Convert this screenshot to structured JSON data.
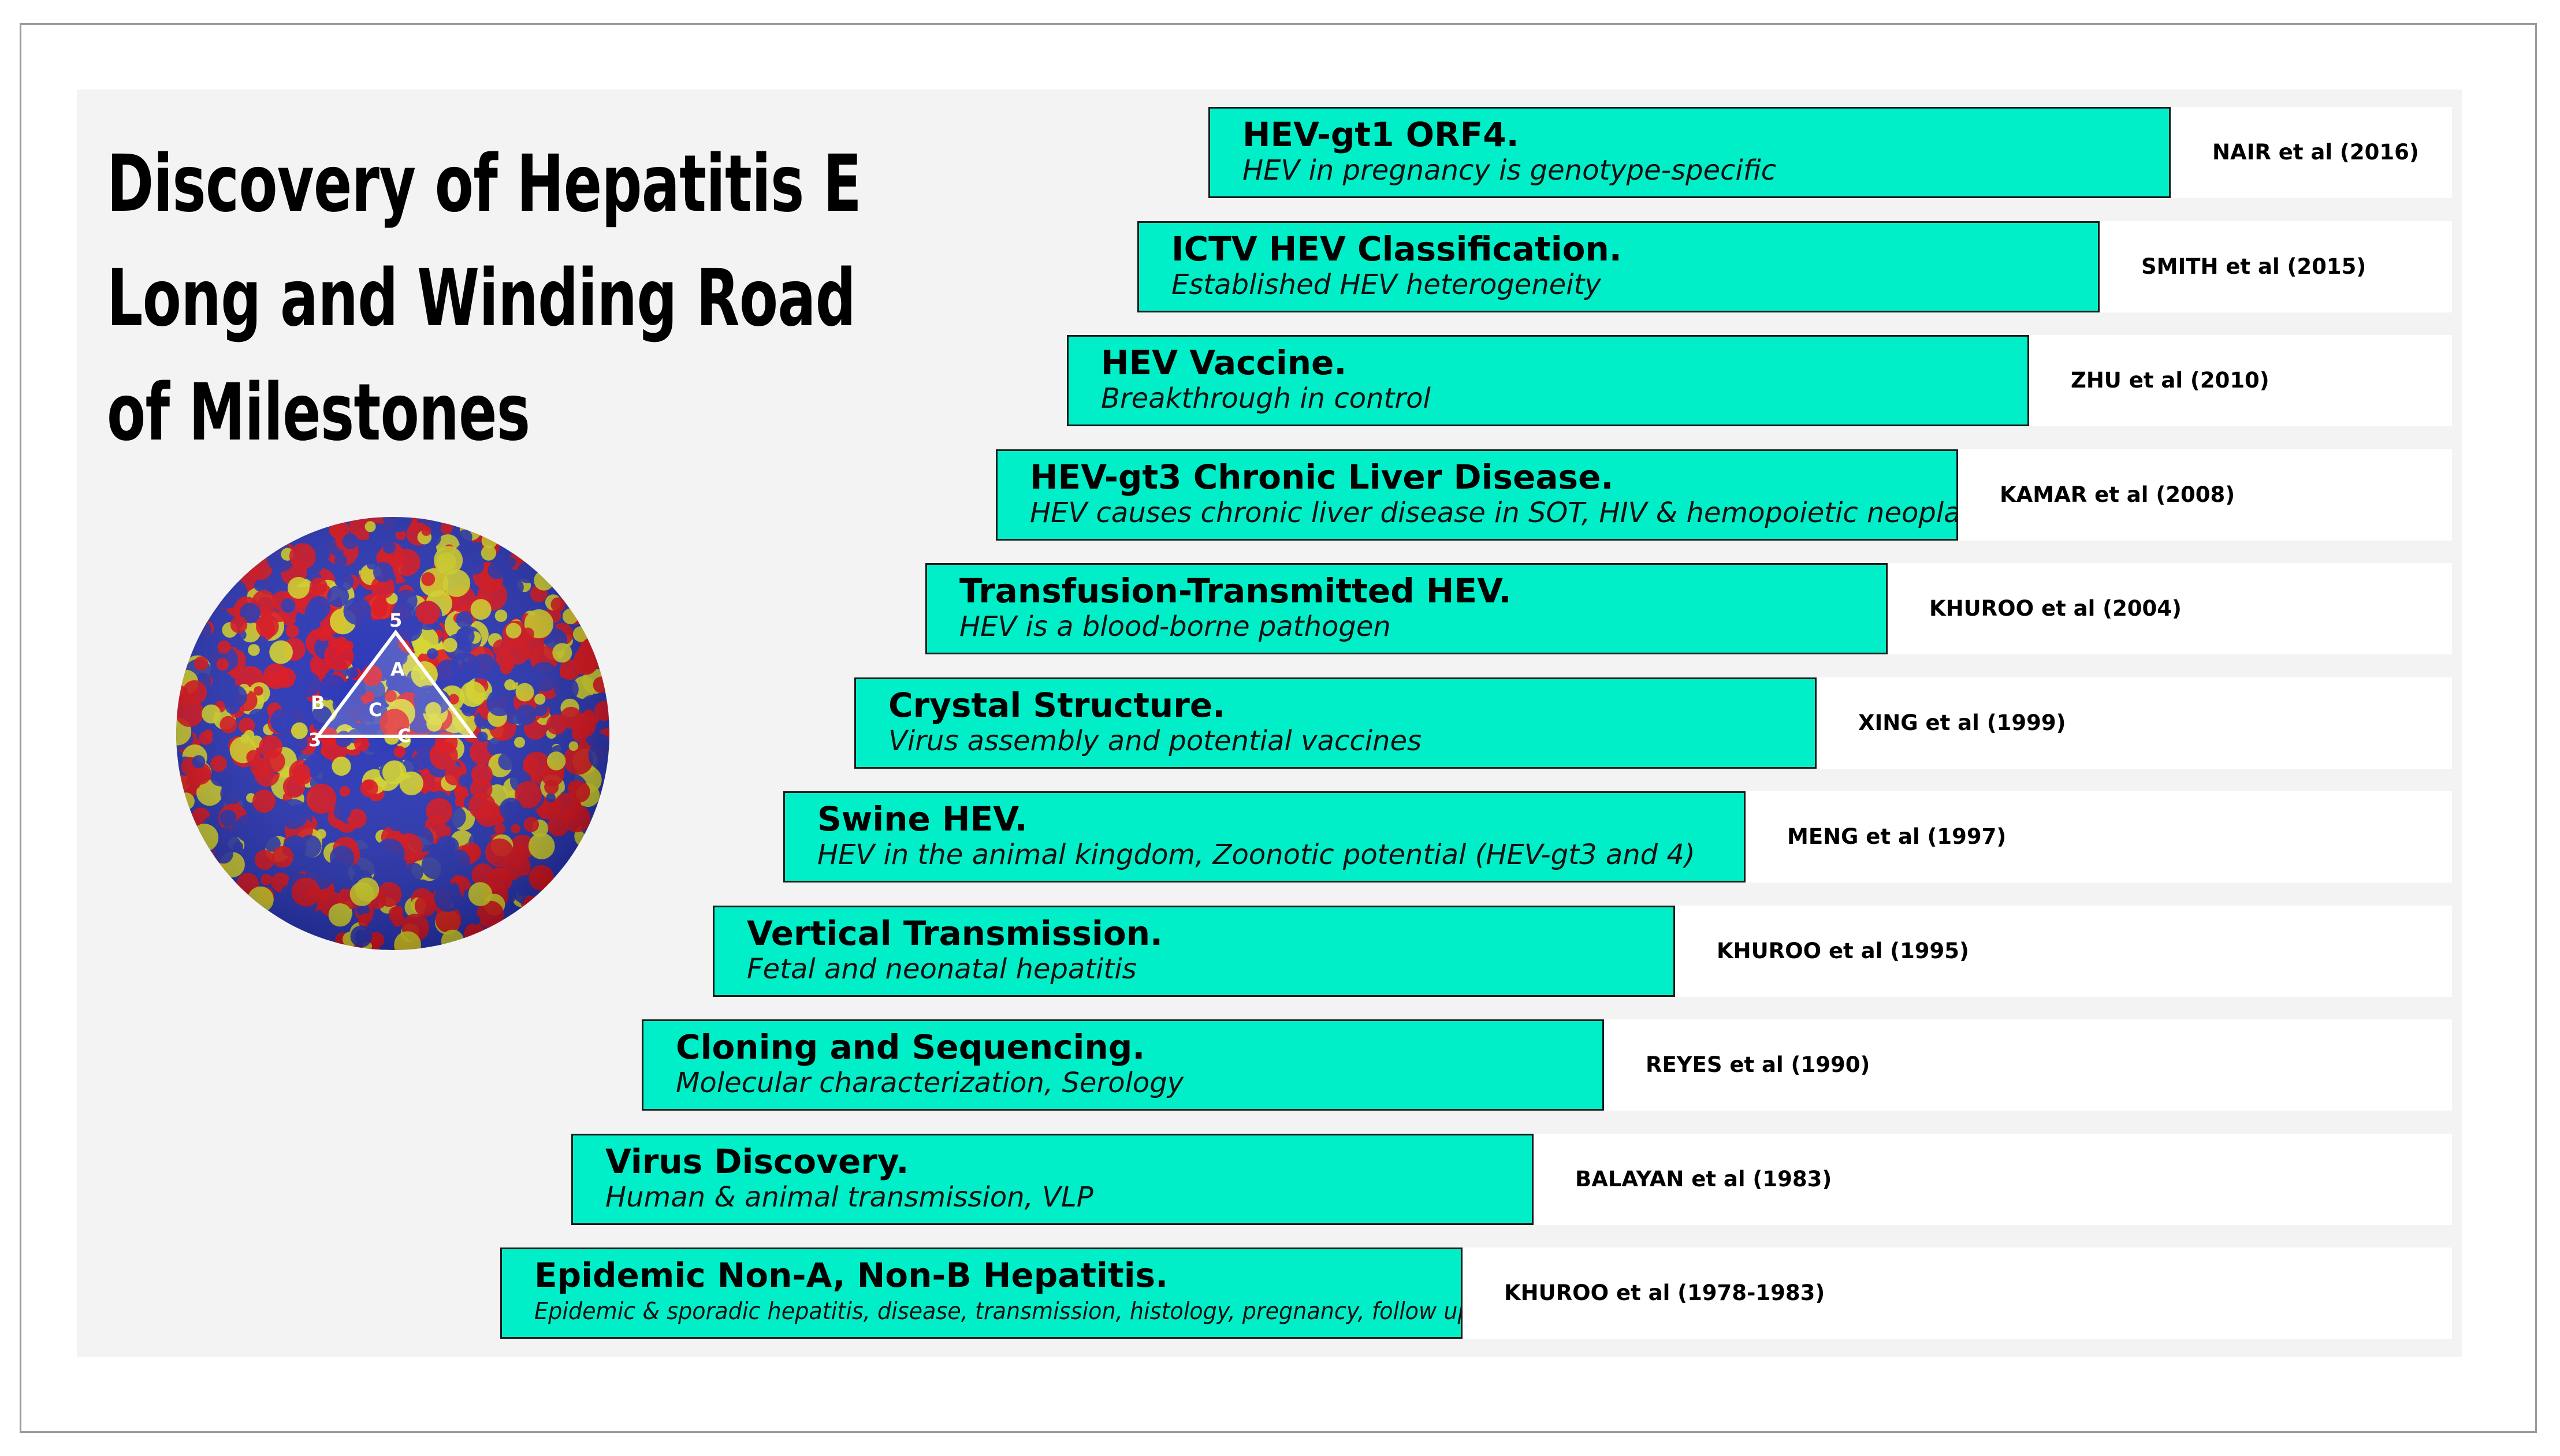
{
  "title": {
    "line1": "Discovery of Hepatitis E",
    "line2": "Long and Winding Road",
    "line3": "of Milestones"
  },
  "illustration": {
    "labels": {
      "five": "5",
      "a": "A",
      "b": "B",
      "c1": "C",
      "c2": "C",
      "three": "3"
    },
    "colors": {
      "red": "#e0141e",
      "blue": "#2a36b8",
      "yellow": "#d8d82a",
      "accent": "#00efc8"
    }
  },
  "milestones": [
    {
      "heading": "HEV-gt1 ORF4.",
      "description": "HEV in pregnancy is genotype-specific",
      "reference": "NAIR et al (2016)"
    },
    {
      "heading": "ICTV HEV Classification.",
      "description": "Established HEV heterogeneity",
      "reference": "SMITH et al (2015)"
    },
    {
      "heading": "HEV Vaccine.",
      "description": "Breakthrough in control",
      "reference": "ZHU et al (2010)"
    },
    {
      "heading": "HEV-gt3 Chronic Liver Disease.",
      "description": "HEV causes chronic liver disease in SOT, HIV & hemopoietic neoplasm",
      "reference": "KAMAR et al (2008)"
    },
    {
      "heading": "Transfusion-Transmitted HEV.",
      "description": "HEV is a blood-borne pathogen",
      "reference": "KHUROO et al (2004)"
    },
    {
      "heading": "Crystal Structure.",
      "description": "Virus assembly and potential vaccines",
      "reference": "XING et al (1999)"
    },
    {
      "heading": "Swine HEV.",
      "description": "HEV in the animal kingdom, Zoonotic potential (HEV-gt3 and 4)",
      "reference": "MENG et al (1997)"
    },
    {
      "heading": "Vertical Transmission.",
      "description": "Fetal and neonatal hepatitis",
      "reference": "KHUROO et al (1995)"
    },
    {
      "heading": "Cloning and Sequencing.",
      "description": "Molecular characterization, Serology",
      "reference": "REYES et al (1990)"
    },
    {
      "heading": "Virus Discovery.",
      "description": "Human & animal transmission, VLP",
      "reference": "BALAYAN et al (1983)"
    },
    {
      "heading": "Epidemic Non-A, Non-B Hepatitis.",
      "description": "Epidemic & sporadic hepatitis, disease, transmission, histology, pregnancy, follow up",
      "reference": "KHUROO et al (1978-1983)"
    }
  ]
}
